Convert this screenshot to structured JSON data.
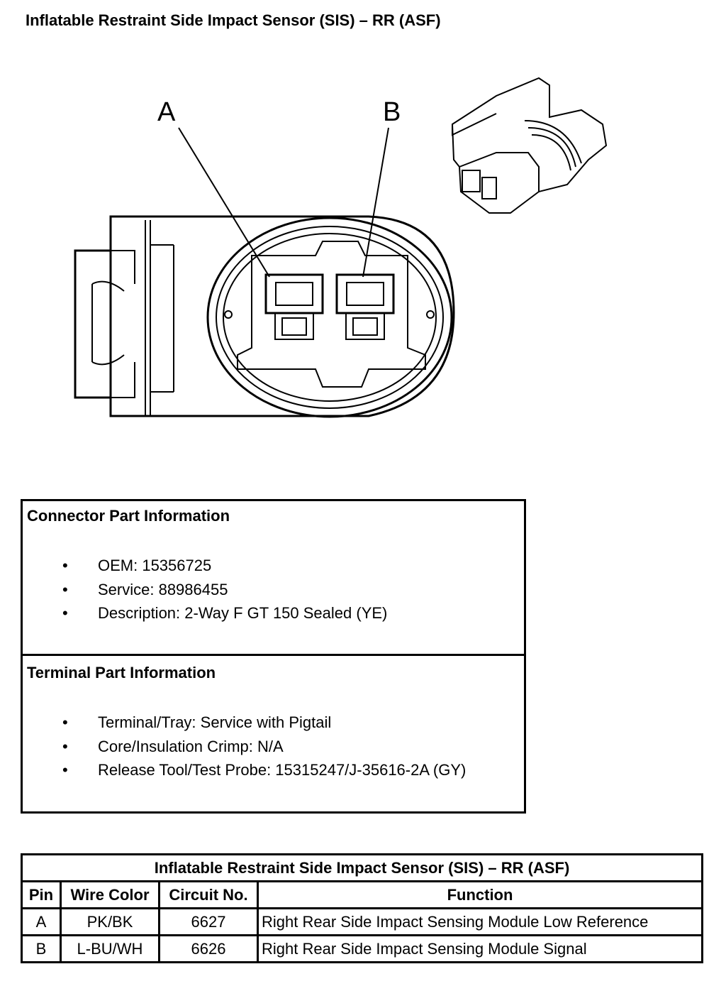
{
  "title": "Inflatable Restraint Side Impact Sensor (SIS) – RR (ASF)",
  "diagram": {
    "pin_labels": [
      "A",
      "B"
    ]
  },
  "connector_info": {
    "heading": "Connector Part Information",
    "items": [
      "OEM: 15356725",
      "Service: 88986455",
      "Description: 2-Way F GT 150 Sealed (YE)"
    ]
  },
  "terminal_info": {
    "heading": "Terminal Part Information",
    "items": [
      "Terminal/Tray: Service with Pigtail",
      "Core/Insulation Crimp: N/A",
      "Release Tool/Test Probe: 15315247/J-35616-2A (GY)"
    ]
  },
  "pin_table": {
    "caption": "Inflatable Restraint Side Impact Sensor (SIS) – RR (ASF)",
    "headers": [
      "Pin",
      "Wire Color",
      "Circuit No.",
      "Function"
    ],
    "rows": [
      [
        "A",
        "PK/BK",
        "6627",
        "Right Rear Side Impact Sensing Module Low Reference"
      ],
      [
        "B",
        "L-BU/WH",
        "6626",
        "Right Rear Side Impact Sensing Module Signal"
      ]
    ]
  }
}
